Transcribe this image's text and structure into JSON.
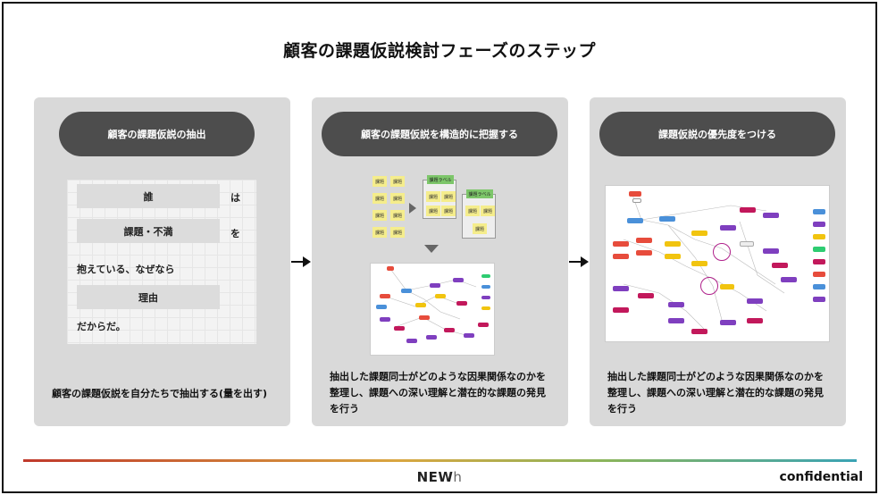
{
  "title": "顧客の課題仮説検討フェーズのステップ",
  "panels": [
    {
      "heading": "顧客の課題仮説の抽出",
      "template": {
        "slot1": "誰",
        "particle1": "は",
        "slot2": "課題・不満",
        "particle2": "を",
        "line3": "抱えている、なぜなら",
        "slot3": "理由",
        "line5": "だからだ。"
      },
      "description": "顧客の課題仮説を自分たちで抽出する(量を出す)"
    },
    {
      "heading": "顧客の課題仮説を構造的に把握する",
      "sticky_label": "課題",
      "group_label": "課題ラベル",
      "description": "抽出した課題同士がどのような因果関係なのかを整理し、課題への深い理解と潜在的な課題の発見を行う"
    },
    {
      "heading": "課題仮説の優先度をつける",
      "description": "抽出した課題同士がどのような因果関係なのかを整理し、課題への深い理解と潜在的な課題の発見を行う"
    }
  ],
  "footer": {
    "brand_bold": "NEW",
    "brand_light": "h",
    "confidential": "confidential"
  },
  "colors": {
    "pill": "#4d4d4d",
    "panel": "#d9d9d9",
    "sticky": "#f5ed8c",
    "group_label": "#7dc66a",
    "highlight_ring": "#b0218b"
  }
}
